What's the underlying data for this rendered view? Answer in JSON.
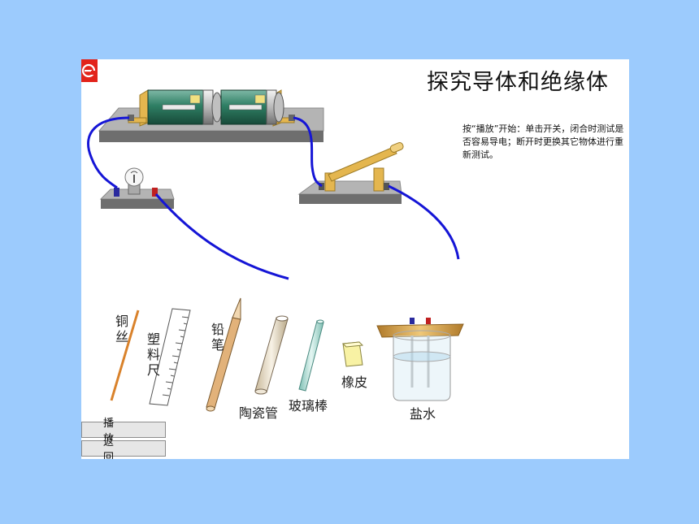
{
  "title": "探究导体和绝缘体",
  "instructions": "按“播放”开始：单击开关，闭合时测试是否容易导电；断开时更换其它物体进行重新测试。",
  "materials": {
    "copper_wire": "铜丝",
    "plastic_ruler": "塑料尺",
    "pencil": "铅笔",
    "ceramic_tube": "陶瓷管",
    "glass_rod": "玻璃棒",
    "eraser": "橡皮",
    "salt_water": "盐水"
  },
  "buttons": {
    "play": "播放",
    "back": "返回"
  },
  "colors": {
    "background": "#9ccbfd",
    "wire": "#1515d6",
    "battery": "#2f7f64",
    "copper": "#d9822b",
    "wood": "#e0b45f",
    "logo": "#e2231a"
  }
}
